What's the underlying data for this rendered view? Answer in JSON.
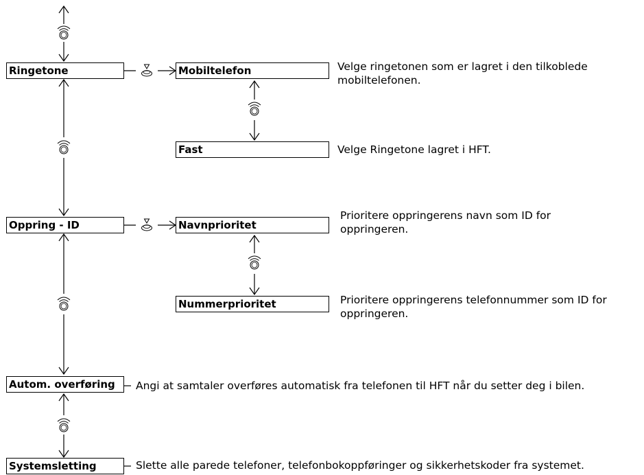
{
  "menu": {
    "ringetone": "Ringetone",
    "oppring_id": "Oppring - ID",
    "autom_overforing": "Autom. overføring",
    "systemsletting": "Systemsletting"
  },
  "options": {
    "mobiltelefon": "Mobiltelefon",
    "fast": "Fast",
    "navnprioritet": "Navnprioritet",
    "nummerprioritet": "Nummerprioritet"
  },
  "descriptions": {
    "mobiltelefon": [
      "Velge ringetonen som er lagret i den tilkoblede",
      "mobiltelefonen."
    ],
    "fast": [
      "Velge Ringetone lagret i HFT."
    ],
    "navnprioritet": [
      "Prioritere oppringerens navn som ID for",
      "oppringeren."
    ],
    "nummerprioritet": [
      "Prioritere oppringerens telefonnummer som ID for",
      "oppringeren."
    ],
    "autom_overforing": [
      "Angi at samtaler overføres automatisk fra telefonen til HFT når du setter deg i bilen."
    ],
    "systemsletting": [
      "Slette alle parede telefoner, telefonbokoppføringer og sikkerhetskoder fra systemet."
    ]
  },
  "icons": {
    "scroll_knob": "scroll-knob-icon",
    "press_knob": "press-knob-icon"
  }
}
